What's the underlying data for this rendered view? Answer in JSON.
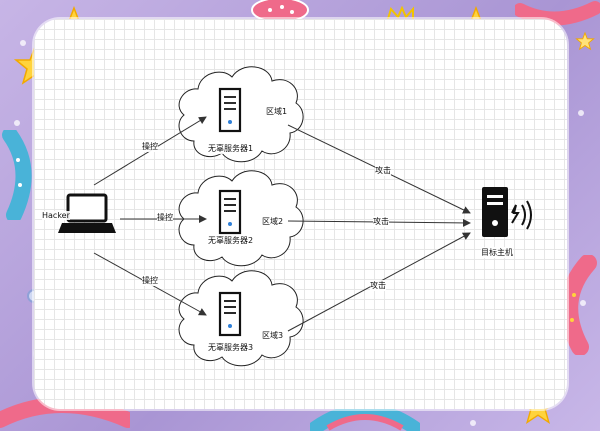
{
  "attacker": {
    "label": "Hacker"
  },
  "servers": [
    {
      "label": "无辜服务器1",
      "zone": "区域1",
      "control_label": "操控",
      "attack_label": "攻击"
    },
    {
      "label": "无辜服务器2",
      "zone": "区域2",
      "control_label": "操控",
      "attack_label": "攻击"
    },
    {
      "label": "无辜服务器3",
      "zone": "区域3",
      "control_label": "操控",
      "attack_label": "攻击"
    }
  ],
  "target": {
    "label": "目标主机"
  },
  "icons": {
    "attacker": "laptop-icon",
    "server": "server-icon",
    "target": "server-broadcast-icon",
    "decoration": [
      "star-icon",
      "candy-icon",
      "crown-icon",
      "bubble-icon"
    ]
  },
  "colors": {
    "frame": "#b9a7d9",
    "canvas": "#ffffff",
    "grid": "#e6e6e6",
    "line": "#333333",
    "accent_pink": "#ef6a8a",
    "accent_yellow": "#ffd33c"
  }
}
